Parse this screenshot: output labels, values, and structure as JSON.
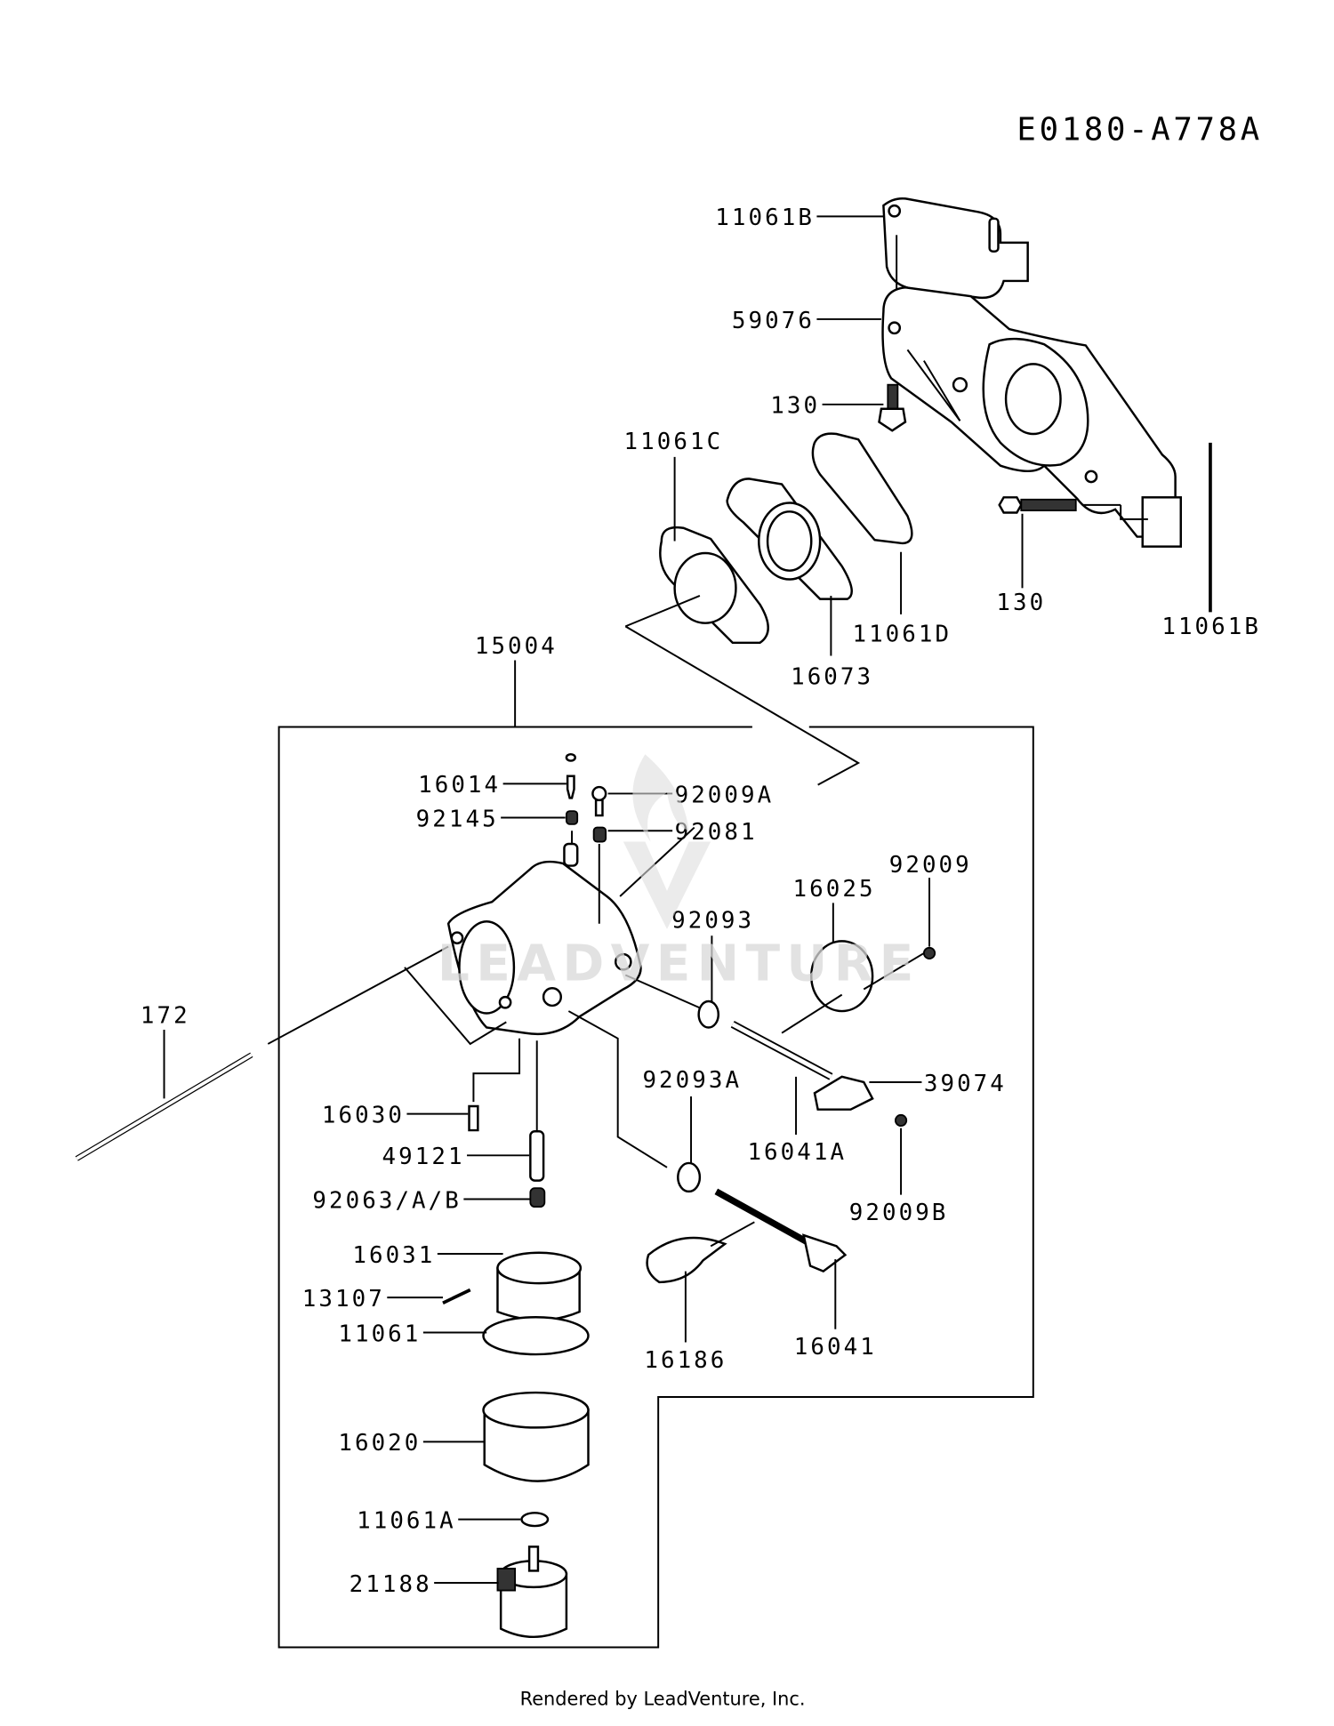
{
  "diagram_code": "E0180-A778A",
  "footer": "Rendered by LeadVenture, Inc.",
  "watermark": "LEADVENTURE",
  "callouts": {
    "c11061B_top": "11061B",
    "c59076": "59076",
    "c130_a": "130",
    "c11061C": "11061C",
    "c130_b": "130",
    "c11061B_right": "11061B",
    "c11061D": "11061D",
    "c16073": "16073",
    "c15004": "15004",
    "c16014": "16014",
    "c92009A": "92009A",
    "c92145": "92145",
    "c92081": "92081",
    "c92009": "92009",
    "c16025": "16025",
    "c92093": "92093",
    "c172": "172",
    "c39074": "39074",
    "c92093A": "92093A",
    "c16030": "16030",
    "c16041A": "16041A",
    "c49121": "49121",
    "c92063AB": "92063/A/B",
    "c92009B": "92009B",
    "c16031": "16031",
    "c13107": "13107",
    "c11061": "11061",
    "c16186": "16186",
    "c16041": "16041",
    "c16020": "16020",
    "c11061A": "11061A",
    "c21188": "21188"
  }
}
